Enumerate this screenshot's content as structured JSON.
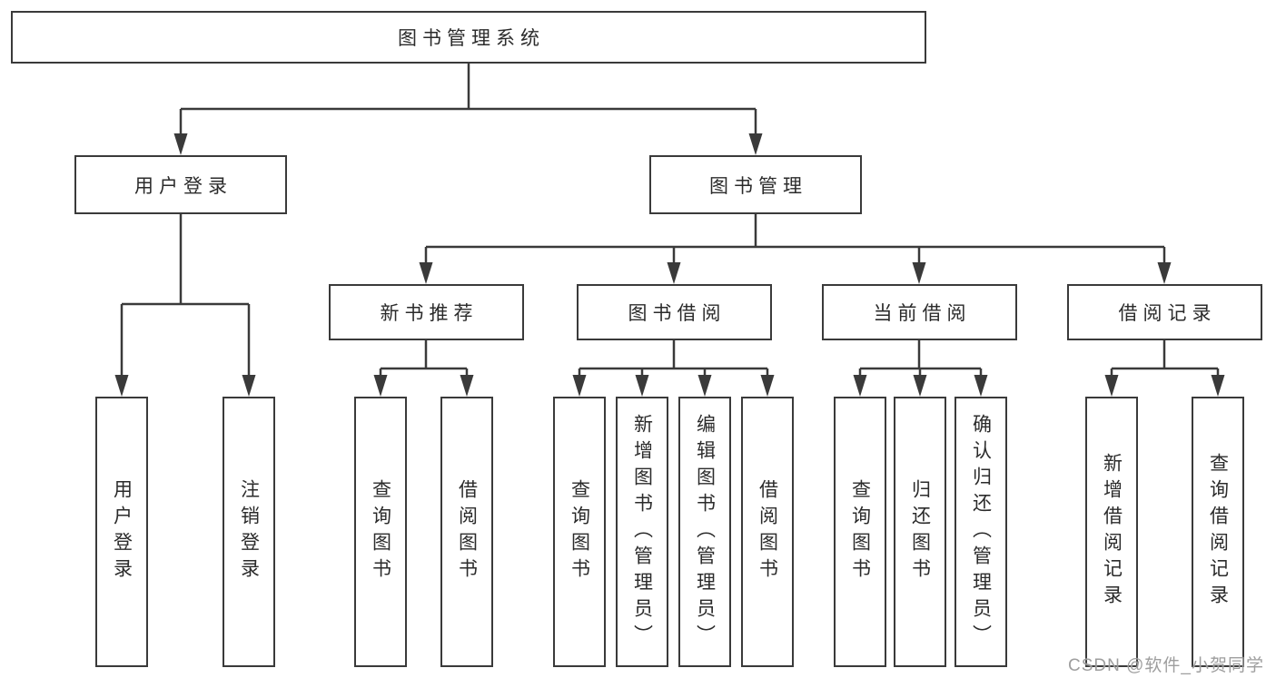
{
  "diagram": {
    "root": {
      "label": "图书管理系统"
    },
    "branches": [
      {
        "label": "用户登录",
        "leaves": [
          {
            "label": "用户登录"
          },
          {
            "label": "注销登录"
          }
        ]
      },
      {
        "label": "图书管理",
        "groups": [
          {
            "label": "新书推荐",
            "leaves": [
              {
                "label": "查询图书"
              },
              {
                "label": "借阅图书"
              }
            ]
          },
          {
            "label": "图书借阅",
            "leaves": [
              {
                "label": "查询图书"
              },
              {
                "label": "新增图书（管理员）"
              },
              {
                "label": "编辑图书（管理员）"
              },
              {
                "label": "借阅图书"
              }
            ]
          },
          {
            "label": "当前借阅",
            "leaves": [
              {
                "label": "查询图书"
              },
              {
                "label": "归还图书"
              },
              {
                "label": "确认归还（管理员）"
              }
            ]
          },
          {
            "label": "借阅记录",
            "leaves": [
              {
                "label": "新增借阅记录"
              },
              {
                "label": "查询借阅记录"
              }
            ]
          }
        ]
      }
    ]
  },
  "watermark": {
    "text": "CSDN @软件_小贺同学"
  },
  "colors": {
    "line": "#3a3a3a",
    "text": "#2b2b2b",
    "background": "#ffffff",
    "watermark": "#949494"
  }
}
